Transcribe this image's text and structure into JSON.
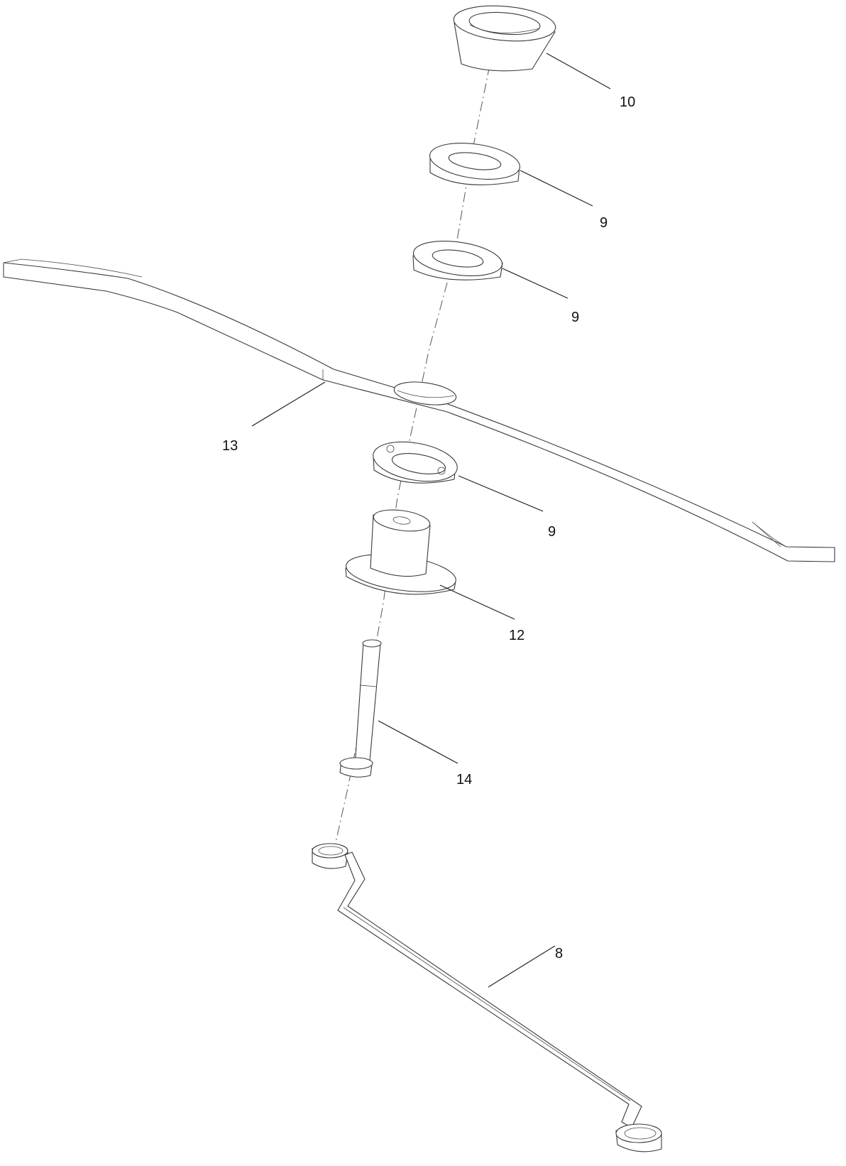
{
  "callouts": {
    "c10": "10",
    "c9a": "9",
    "c9b": "9",
    "c9c": "9",
    "c12": "12",
    "c13": "13",
    "c14": "14",
    "c8": "8"
  }
}
